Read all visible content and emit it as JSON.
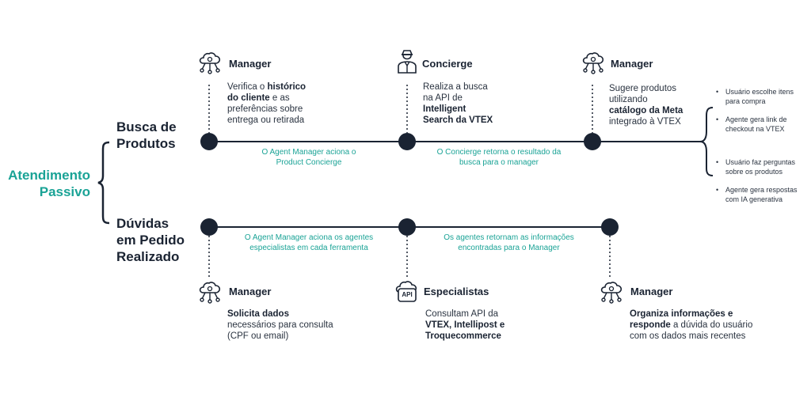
{
  "main_label": {
    "line1": "Atendimento",
    "line2": "Passivo"
  },
  "rows": {
    "busca": {
      "line1": "Busca de",
      "line2": "Produtos"
    },
    "duvidas": {
      "line1": "Dúvidas",
      "line2": "em Pedido",
      "line3": "Realizado"
    }
  },
  "top_nodes": [
    {
      "title": "Manager",
      "icon": "cloud-network-icon",
      "desc": [
        {
          "t": "Verifica o "
        },
        {
          "t": "histórico",
          "b": true
        },
        {
          "t": "\n"
        },
        {
          "t": "do cliente",
          "b": true
        },
        {
          "t": " e as\npreferências sobre\nentrega ou retirada"
        }
      ]
    },
    {
      "title": "Concierge",
      "icon": "concierge-person-icon",
      "desc": [
        {
          "t": "Realiza a busca\nna API de\n"
        },
        {
          "t": "Intelligent\nSearch da VTEX",
          "b": true
        }
      ]
    },
    {
      "title": "Manager",
      "icon": "cloud-network-icon",
      "desc": [
        {
          "t": "Sugere produtos\nutilizando\n"
        },
        {
          "t": "catálogo da Meta",
          "b": true
        },
        {
          "t": "\nintegrado à VTEX"
        }
      ]
    }
  ],
  "top_links": [
    "O Agent Manager aciona o\nProduct Concierge",
    "O Concierge retorna o resultado da\nbusca para o manager"
  ],
  "bullets": [
    "Usuário escolhe itens\npara compra",
    "Agente gera link de\ncheckout na VTEX",
    "Usuário faz perguntas\nsobre os produtos",
    "Agente gera respostas\ncom IA generativa"
  ],
  "bottom_links": [
    "O Agent Manager aciona os agentes\nespecialistas em cada ferramenta",
    "Os agentes retornam as informações\nencontradas para o Manager"
  ],
  "bottom_nodes": [
    {
      "title": "Manager",
      "icon": "cloud-network-icon",
      "desc": [
        {
          "t": "Solicita dados",
          "b": true
        },
        {
          "t": "\nnecessários para consulta\n(CPF ou email)"
        }
      ]
    },
    {
      "title": "Especialistas",
      "icon": "api-cloud-icon",
      "icon_text": "API",
      "desc": [
        {
          "t": "Consultam API da\n"
        },
        {
          "t": "VTEX, Intellipost e\nTroquecommerce",
          "b": true
        }
      ]
    },
    {
      "title": "Manager",
      "icon": "cloud-network-icon",
      "desc": [
        {
          "t": "Organiza informações e\nresponde",
          "b": true
        },
        {
          "t": " a dúvida do usuário\ncom os dados mais recentes"
        }
      ]
    }
  ],
  "colors": {
    "dark": "#1a2332",
    "accent": "#1aa396"
  }
}
